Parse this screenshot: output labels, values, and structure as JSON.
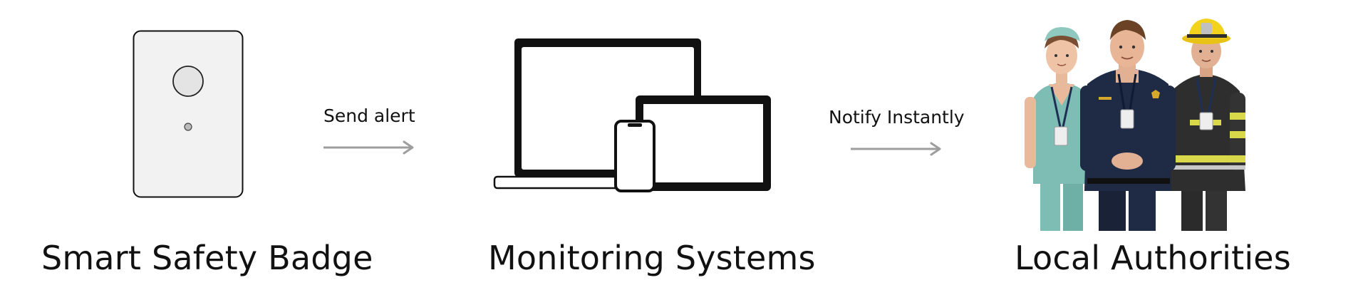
{
  "stages": [
    {
      "label": "Smart Safety Badge",
      "icon": "safety-badge-icon"
    },
    {
      "label": "Monitoring Systems",
      "icon": "devices-icon"
    },
    {
      "label": "Local Authorities",
      "icon": "first-responders-icon"
    }
  ],
  "arrows": [
    {
      "label": "Send alert"
    },
    {
      "label": "Notify Instantly"
    }
  ],
  "colors": {
    "arrow": "#9e9e9e",
    "badge_fill": "#f2f2f2",
    "scrubs": "#7dbdb3",
    "police_uniform": "#1f2a44",
    "firefighter_coat": "#2e2e2e",
    "reflective_stripe": "#d8d84a",
    "helmet": "#f2d21b"
  }
}
